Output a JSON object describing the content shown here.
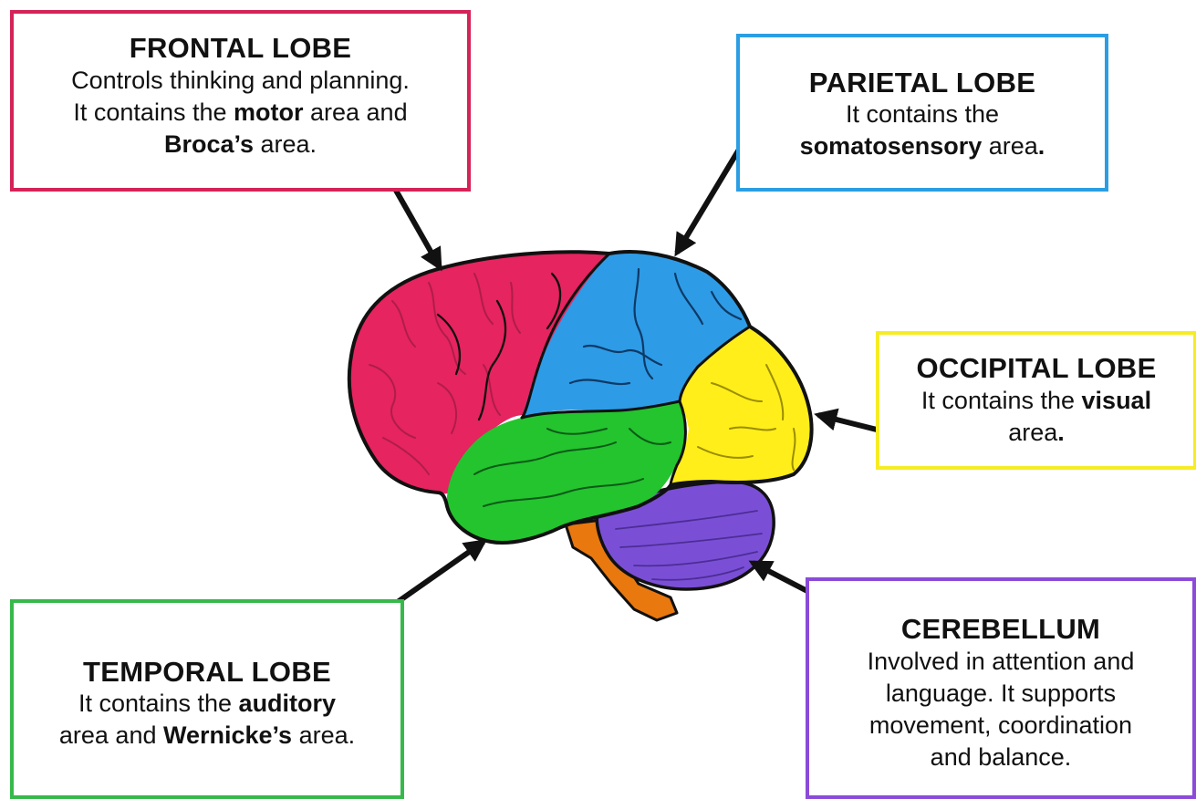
{
  "colors": {
    "frontal": "#e6245f",
    "parietal": "#2e9be6",
    "occipital": "#ffee1a",
    "temporal": "#23c42e",
    "cerebellum": "#7a4fd6",
    "brainstem": "#e9780f",
    "outline": "#111111"
  },
  "frontal": {
    "title": "FRONTAL LOBE",
    "line1": "Controls thinking and planning.",
    "line2_pre": "It contains the ",
    "line2_bold": "motor",
    "line2_post": " area and",
    "line3_bold": "Broca’s",
    "line3_post": " area."
  },
  "parietal": {
    "title": "PARIETAL LOBE",
    "line1": "It contains the",
    "line2_bold": "somatosensory",
    "line2_post": " area",
    "line2_dot": "."
  },
  "occipital": {
    "title": "OCCIPITAL LOBE",
    "line1_pre": "It contains the ",
    "line1_bold": "visual",
    "line2": "area",
    "line2_dot": "."
  },
  "temporal": {
    "title": "TEMPORAL LOBE",
    "line1_pre": "It contains the ",
    "line1_bold": "auditory",
    "line2_pre": "area and ",
    "line2_bold": "Wernicke’s",
    "line2_post": " area."
  },
  "cerebellum": {
    "title": "CEREBELLUM",
    "line1": "Involved in attention and",
    "line2": "language. It supports",
    "line3": "movement, coordination",
    "line4": "and balance."
  }
}
